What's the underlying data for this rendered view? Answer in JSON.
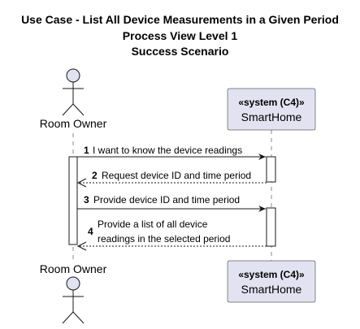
{
  "title": {
    "line1": "Use Case - List All Device Measurements in a Given Period",
    "line2": "Process View Level 1",
    "line3": "Success Scenario"
  },
  "participants": {
    "actor": {
      "name": "Room Owner"
    },
    "system": {
      "stereotype": "«system (C4)»",
      "name": "SmartHome"
    }
  },
  "messages": [
    {
      "number": "1",
      "text": "I want to know the device readings"
    },
    {
      "number": "2",
      "text": "Request device ID and time period"
    },
    {
      "number": "3",
      "text": "Provide device ID and time period"
    },
    {
      "number": "4",
      "text_line1": "Provide a list of all device",
      "text_line2": "readings in the selected period"
    }
  ],
  "colors": {
    "participant_fill": "#e2e2f0",
    "participant_border": "#181818",
    "line": "#181818"
  }
}
